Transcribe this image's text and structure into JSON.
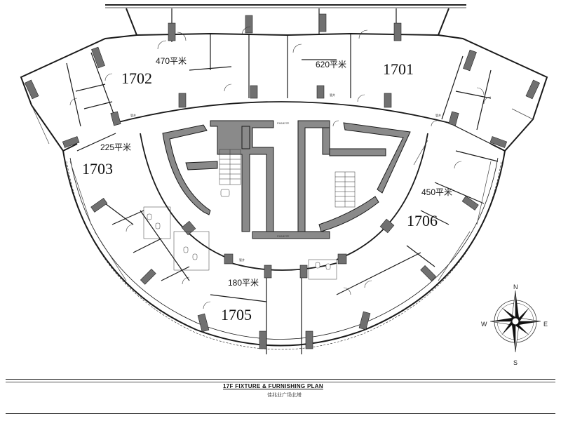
{
  "units": [
    {
      "number": "1701",
      "area": "620平米"
    },
    {
      "number": "1702",
      "area": "470平米"
    },
    {
      "number": "1703",
      "area": "225平米"
    },
    {
      "number": "1705",
      "area": "180平米"
    },
    {
      "number": "1706",
      "area": "450平米"
    }
  ],
  "core_labels": {
    "top": "FM1827E",
    "bottom": "FM1827E",
    "small_tag": "管井"
  },
  "compass": {
    "n": "N",
    "s": "S",
    "e": "E",
    "w": "W"
  },
  "title": {
    "main": "17F  FIXTURE & FURNISHING PLAN",
    "sub": "佳兆业广场北塔"
  },
  "colors": {
    "wall": "#1a1a1a",
    "core_fill": "#8a8a8a",
    "column": "#707070"
  }
}
